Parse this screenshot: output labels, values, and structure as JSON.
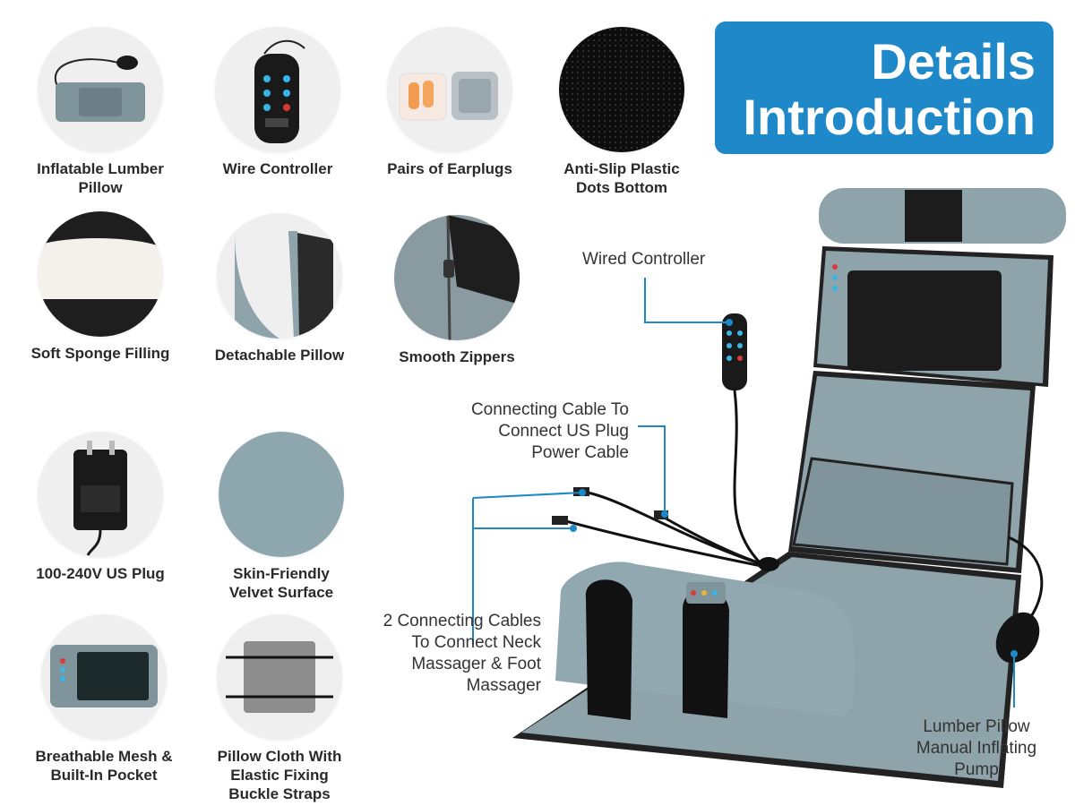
{
  "title": {
    "line1": "Details",
    "line2": "Introduction",
    "bg_color": "#1e88c9"
  },
  "features": [
    {
      "label": "Inflatable Lumber\nPillow",
      "icon": "inflatable-lumbar-pillow-image"
    },
    {
      "label": "Wire Controller",
      "icon": "wire-controller-image"
    },
    {
      "label": "Pairs of Earplugs",
      "icon": "earplugs-image"
    },
    {
      "label": "Anti-Slip Plastic\nDots Bottom",
      "icon": "anti-slip-dots-image"
    },
    {
      "label": "Soft Sponge Filling",
      "icon": "sponge-filling-image"
    },
    {
      "label": "Detachable Pillow",
      "icon": "detachable-pillow-image"
    },
    {
      "label": "Smooth Zippers",
      "icon": "zipper-image"
    },
    {
      "label": "100-240V US Plug",
      "icon": "us-plug-image"
    },
    {
      "label": "Skin-Friendly\nVelvet Surface",
      "icon": "velvet-surface-image"
    },
    {
      "label": "Breathable Mesh &\nBuilt-In Pocket",
      "icon": "mesh-pocket-image"
    },
    {
      "label": "Pillow Cloth With\nElastic Fixing\nBuckle Straps",
      "icon": "pillow-cloth-straps-image"
    }
  ],
  "callouts": {
    "wired_controller": "Wired Controller",
    "connecting_cable": "Connecting Cable To\nConnect US Plug\nPower Cable",
    "two_cables": "2 Connecting Cables\nTo Connect Neck\nMassager & Foot\nMassager",
    "lumbar_pump": "Lumber Pillow\nManual Inflating\nPump"
  },
  "colors": {
    "accent": "#1e88c9",
    "fabric": "#8fa3ab",
    "mesh": "#1c1c1c"
  }
}
